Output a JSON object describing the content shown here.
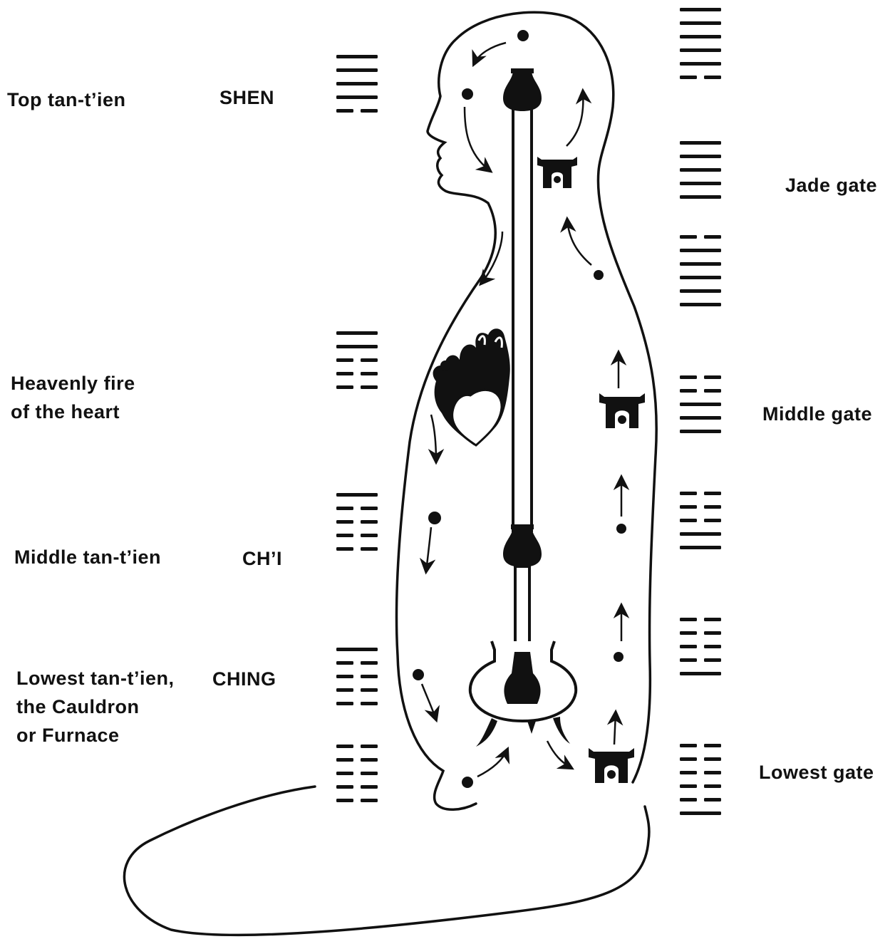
{
  "labels": {
    "top_tantien": "Top tan-t’ien",
    "shen": "SHEN",
    "heavenly_fire": [
      "Heavenly fire",
      "of the heart"
    ],
    "middle_tantien": "Middle tan-t’ien",
    "chi": "CH’I",
    "lowest_tantien": [
      "Lowest tan-t’ien,",
      "the Cauldron",
      "or Furnace"
    ],
    "ching": "CHING",
    "jade_gate": "Jade gate",
    "middle_gate": "Middle gate",
    "lowest_gate": "Lowest gate"
  },
  "hexagrams_left": [
    [
      "solid",
      "solid",
      "solid",
      "solid",
      "broken"
    ],
    [
      "solid",
      "solid",
      "broken",
      "broken",
      "broken"
    ],
    [
      "solid",
      "broken",
      "broken",
      "broken",
      "broken"
    ],
    [
      "solid",
      "broken",
      "broken",
      "broken",
      "broken"
    ],
    [
      "broken",
      "broken",
      "broken",
      "broken",
      "broken"
    ]
  ],
  "hexagrams_right": [
    [
      "solid",
      "solid",
      "solid",
      "solid",
      "solid",
      "broken"
    ],
    [
      "solid",
      "solid",
      "solid",
      "solid",
      "solid"
    ],
    [
      "broken",
      "solid",
      "solid",
      "solid",
      "solid",
      "solid"
    ],
    [
      "broken",
      "broken",
      "solid",
      "solid",
      "solid"
    ],
    [
      "broken",
      "broken",
      "broken",
      "solid",
      "solid"
    ],
    [
      "broken",
      "broken",
      "broken",
      "broken",
      "solid"
    ],
    [
      "broken",
      "broken",
      "broken",
      "broken",
      "broken",
      "solid"
    ]
  ],
  "colors": {
    "ink": "#111111",
    "paper": "#ffffff"
  }
}
